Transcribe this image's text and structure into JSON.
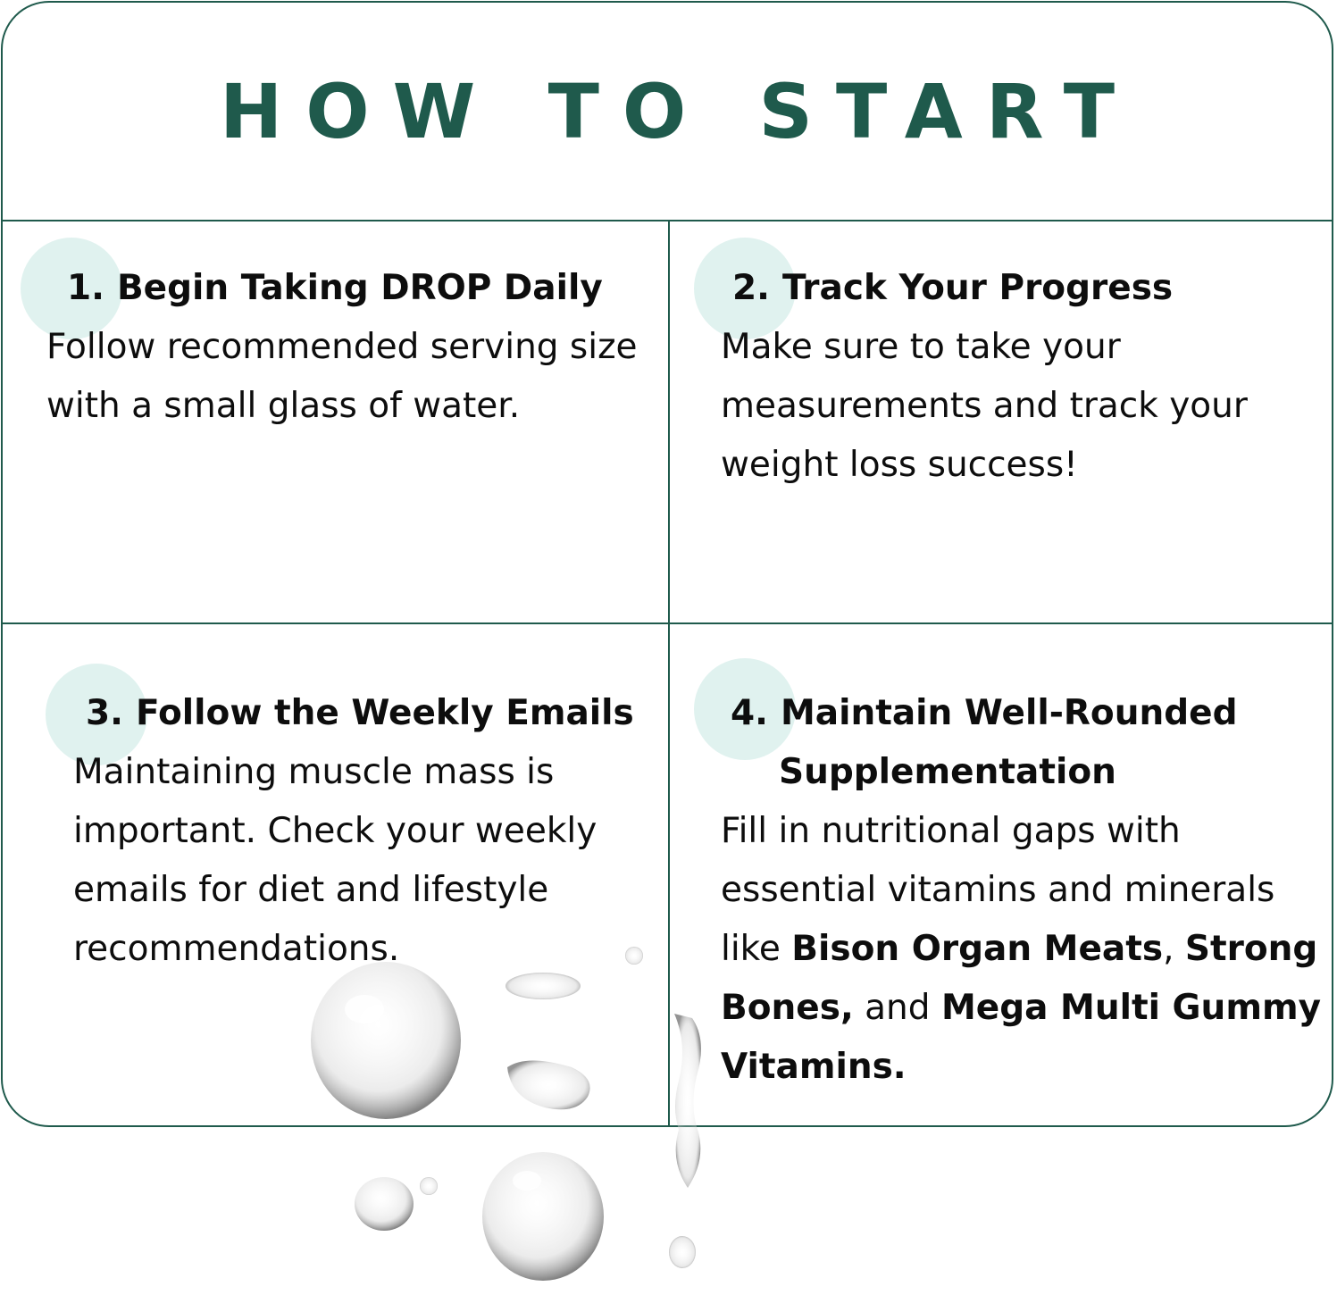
{
  "header": {
    "title": "HOW TO START"
  },
  "steps": [
    {
      "number": "1.",
      "title": "Begin Taking DROP Daily",
      "body": "Follow recommended serving size with a small glass of water."
    },
    {
      "number": "2.",
      "title": "Track Your Progress",
      "body": "Make sure to take your measurements and track your weight loss success!"
    },
    {
      "number": "3.",
      "title": "Follow the Weekly Emails",
      "body": "Maintaining muscle mass is important. Check your weekly emails for diet and lifestyle recommendations."
    },
    {
      "number": "4.",
      "title_line1": "Maintain Well-Rounded",
      "title_line2": "Supplementation",
      "body_intro": "Fill in nutritional gaps with essential vitamins and minerals like ",
      "product_1": "Bison Organ Meats",
      "sep_1": ", ",
      "product_2": "Strong Bones,",
      "sep_2": " and ",
      "product_3": "Mega Multi Gummy Vitamins."
    }
  ],
  "colors": {
    "accent": "#1f5a4c",
    "badge": "#e0f2ef",
    "text": "#0d0d0d"
  },
  "decoration": {
    "icon": "water-droplets"
  }
}
